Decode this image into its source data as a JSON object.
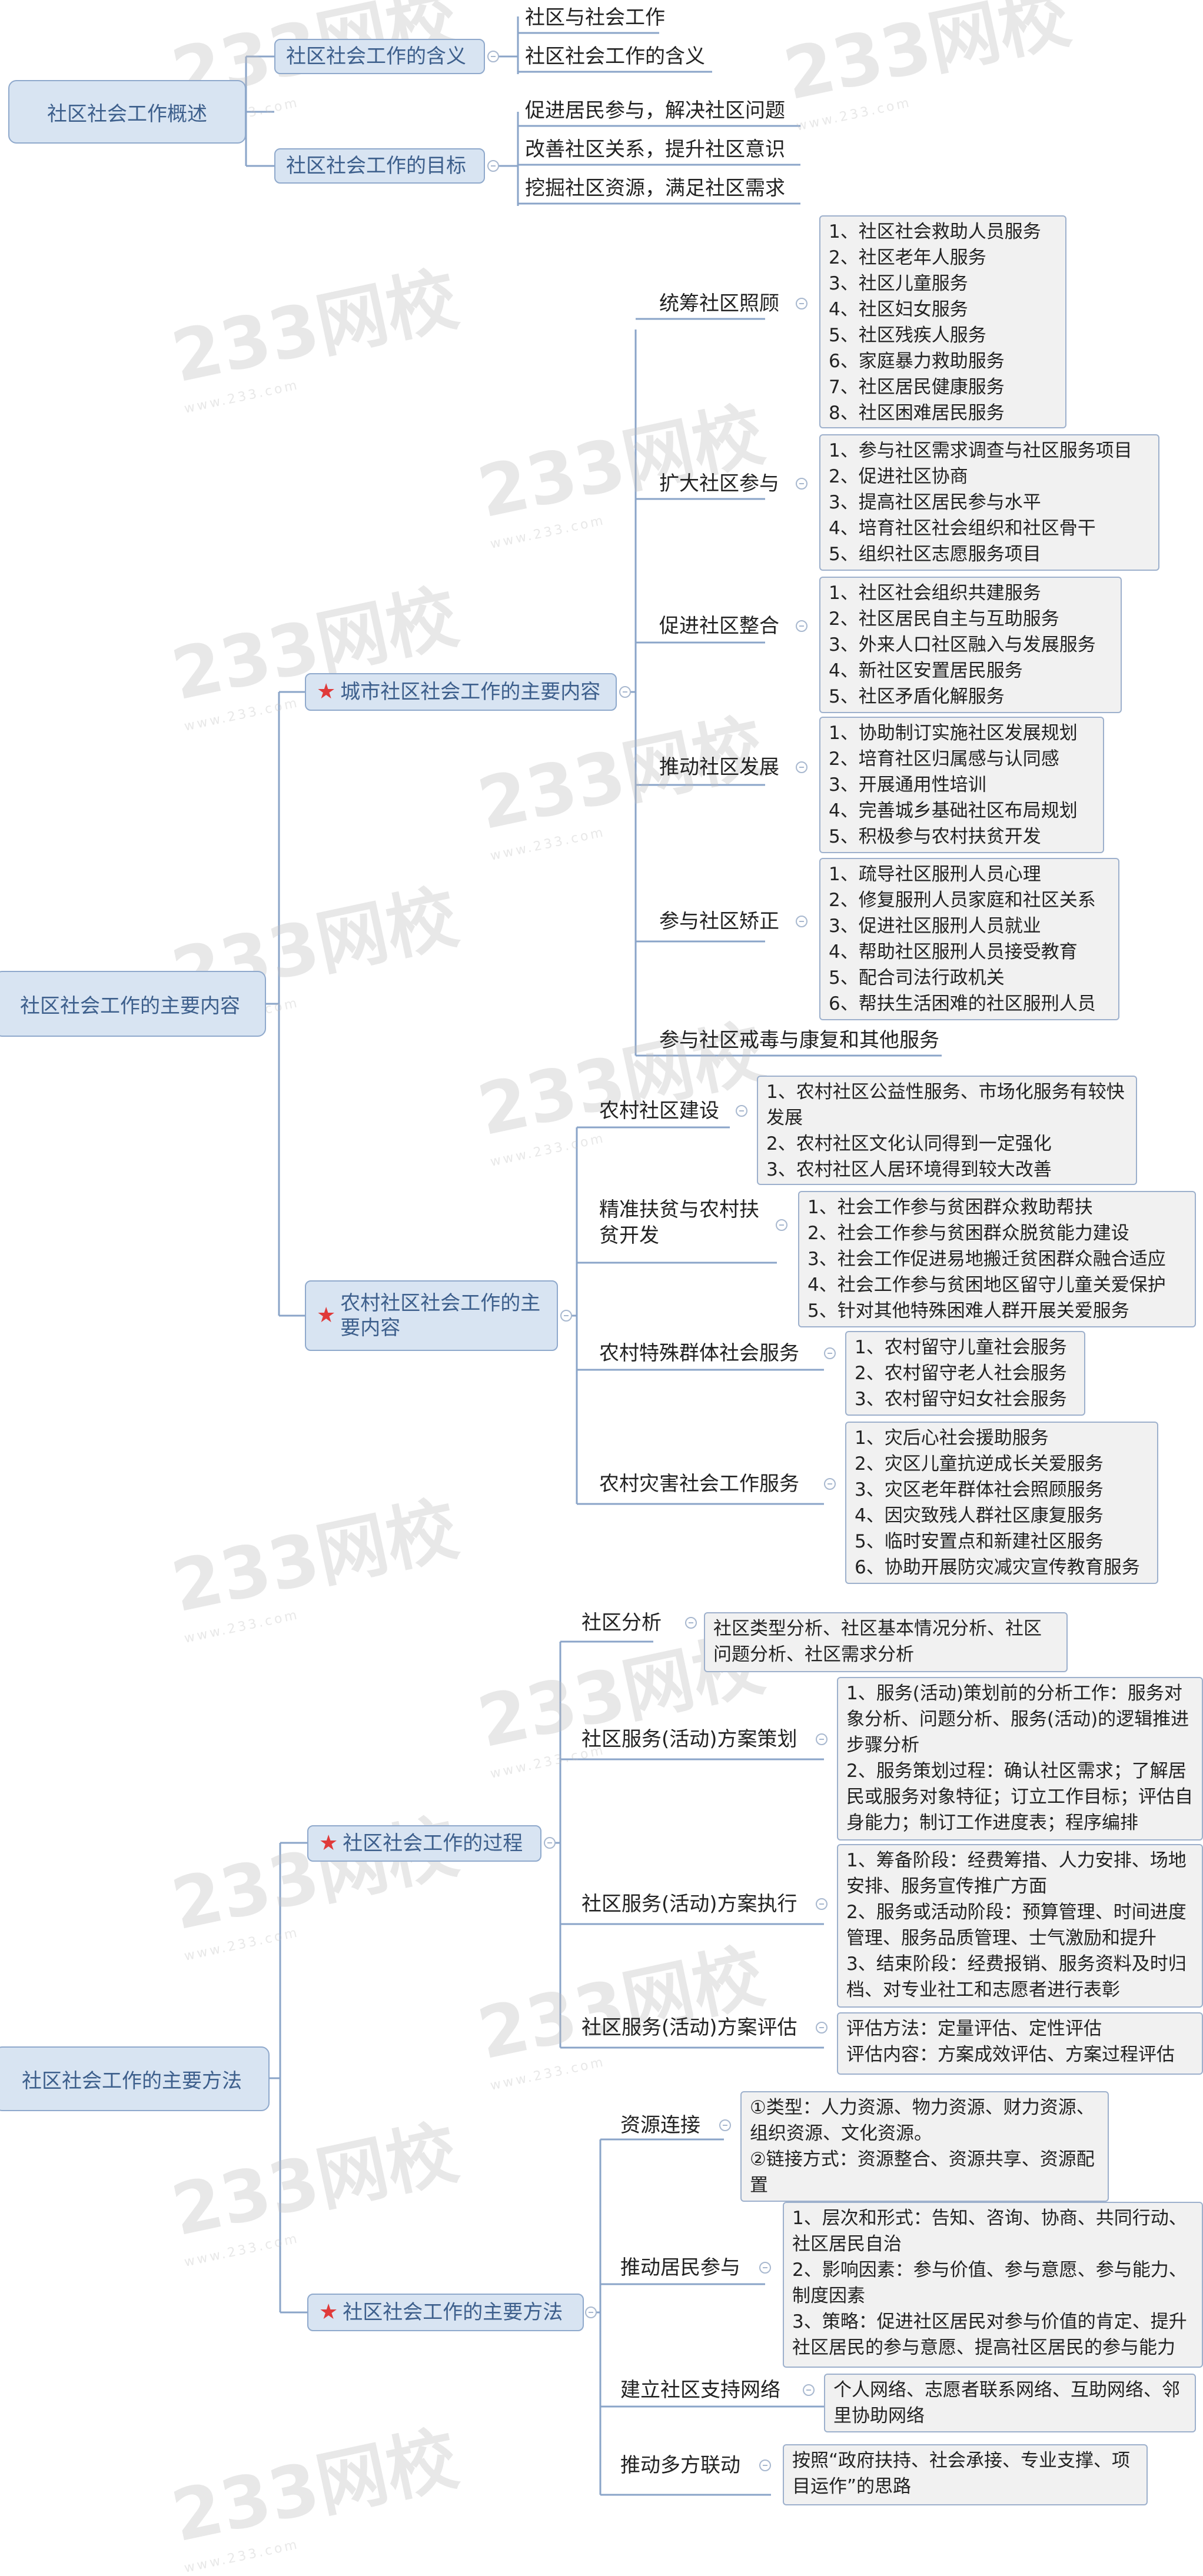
{
  "watermark": "233网校",
  "watermark_url": "www.233.com",
  "sections": {
    "s1": {
      "root": "社区社会工作概述",
      "b1": {
        "label": "社区社会工作的含义",
        "items": [
          "社区与社会工作",
          "社区社会工作的含义"
        ]
      },
      "b2": {
        "label": "社区社会工作的目标",
        "items": [
          "促进居民参与，解决社区问题",
          "改善社区关系，提升社区意识",
          "挖掘社区资源，满足社区需求"
        ]
      }
    },
    "s2": {
      "root": "社区社会工作的主要内容",
      "urban": {
        "label": "城市社区社会工作的主要内容",
        "c1": {
          "label": "统筹社区照顾",
          "items": [
            "1、社区社会救助人员服务",
            "2、社区老年人服务",
            "3、社区儿童服务",
            "4、社区妇女服务",
            "5、社区残疾人服务",
            "6、家庭暴力救助服务",
            "7、社区居民健康服务",
            "8、社区困难居民服务"
          ]
        },
        "c2": {
          "label": "扩大社区参与",
          "items": [
            "1、参与社区需求调查与社区服务项目",
            "2、促进社区协商",
            "3、提高社区居民参与水平",
            "4、培育社区社会组织和社区骨干",
            "5、组织社区志愿服务项目"
          ]
        },
        "c3": {
          "label": "促进社区整合",
          "items": [
            "1、社区社会组织共建服务",
            "2、社区居民自主与互助服务",
            "3、外来人口社区融入与发展服务",
            "4、新社区安置居民服务",
            "5、社区矛盾化解服务"
          ]
        },
        "c4": {
          "label": "推动社区发展",
          "items": [
            "1、协助制订实施社区发展规划",
            "2、培育社区归属感与认同感",
            "3、开展通用性培训",
            "4、完善城乡基础社区布局规划",
            "5、积极参与农村扶贫开发"
          ]
        },
        "c5": {
          "label": "参与社区矫正",
          "items": [
            "1、疏导社区服刑人员心理",
            "2、修复服刑人员家庭和社区关系",
            "3、促进社区服刑人员就业",
            "4、帮助社区服刑人员接受教育",
            "5、配合司法行政机关",
            "6、帮扶生活困难的社区服刑人员"
          ]
        },
        "c6": {
          "label": "参与社区戒毒与康复和其他服务"
        }
      },
      "rural": {
        "label": "农村社区社会工作的主要内容",
        "c1": {
          "label": "农村社区建设",
          "items": [
            "1、农村社区公益性服务、市场化服务有较快发展",
            "2、农村社区文化认同得到一定强化",
            "3、农村社区人居环境得到较大改善"
          ]
        },
        "c2": {
          "label": "精准扶贫与农村扶贫开发",
          "items": [
            "1、社会工作参与贫困群众救助帮扶",
            "2、社会工作参与贫困群众脱贫能力建设",
            "3、社会工作促进易地搬迁贫困群众融合适应",
            "4、社会工作参与贫困地区留守儿童关爱保护",
            "5、针对其他特殊困难人群开展关爱服务"
          ]
        },
        "c3": {
          "label": "农村特殊群体社会服务",
          "items": [
            "1、农村留守儿童社会服务",
            "2、农村留守老人社会服务",
            "3、农村留守妇女社会服务"
          ]
        },
        "c4": {
          "label": "农村灾害社会工作服务",
          "items": [
            "1、灾后心社会援助服务",
            "2、灾区儿童抗逆成长关爱服务",
            "3、灾区老年群体社会照顾服务",
            "4、因灾致残人群社区康复服务",
            "5、临时安置点和新建社区服务",
            "6、协助开展防灾减灾宣传教育服务"
          ]
        }
      }
    },
    "s3": {
      "root": "社区社会工作的主要方法",
      "process": {
        "label": "社区社会工作的过程",
        "c1": {
          "label": "社区分析",
          "text": "社区类型分析、社区基本情况分析、社区问题分析、社区需求分析"
        },
        "c2": {
          "label": "社区服务(活动)方案策划",
          "p1": "1、服务(活动)策划前的分析工作：服务对象分析、问题分析、服务(活动)的逻辑推进步骤分析",
          "p2": "2、服务策划过程：确认社区需求；了解居民或服务对象特征；订立工作目标；评估自身能力；制订工作进度表；程序编排"
        },
        "c3": {
          "label": "社区服务(活动)方案执行",
          "p1": "1、筹备阶段：经费筹措、人力安排、场地安排、服务宣传推广方面",
          "p2": "2、服务或活动阶段：预算管理、时间进度管理、服务品质管理、士气激励和提升",
          "p3": "3、结束阶段：经费报销、服务资料及时归档、对专业社工和志愿者进行表彰"
        },
        "c4": {
          "label": "社区服务(活动)方案评估",
          "items": [
            "评估方法：定量评估、定性评估",
            "评估内容：方案成效评估、方案过程评估"
          ]
        }
      },
      "methods": {
        "label": "社区社会工作的主要方法",
        "c1": {
          "label": "资源连接",
          "p1": "①类型：人力资源、物力资源、财力资源、组织资源、文化资源。",
          "p2": "②链接方式：资源整合、资源共享、资源配置"
        },
        "c2": {
          "label": "推动居民参与",
          "p1": "1、层次和形式：告知、咨询、协商、共同行动、社区居民自治",
          "p2": "2、影响因素：参与价值、参与意愿、参与能力、制度因素",
          "p3": "3、策略：促进社区居民对参与价值的肯定、提升社区居民的参与意愿、提高社区居民的参与能力"
        },
        "c3": {
          "label": "建立社区支持网络",
          "text": "个人网络、志愿者联系网络、互助网络、邻里协助网络"
        },
        "c4": {
          "label": "推动多方联动",
          "text": "按照“政府扶持、社会承接、专业支撑、项目运作”的思路"
        }
      }
    }
  }
}
